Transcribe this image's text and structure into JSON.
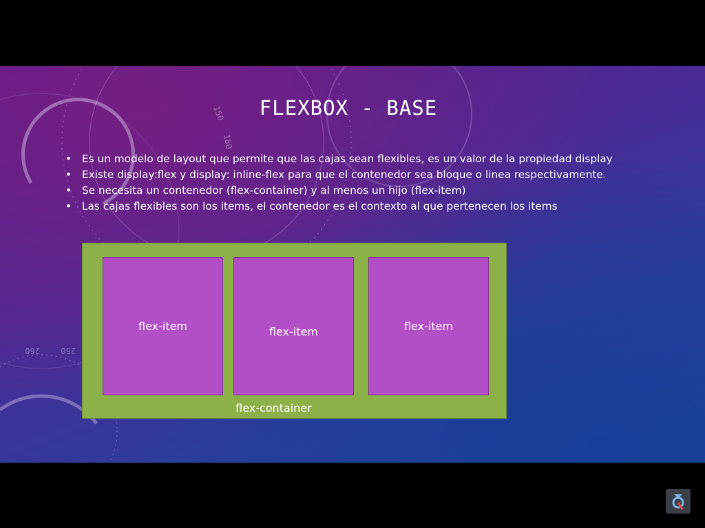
{
  "slide": {
    "title": "FLEXBOX - BASE",
    "bullets": [
      "Es un modelo de layout que permite que las cajas sean flexibles, es un valor de la propiedad display",
      "Existe display:flex y display: inline-flex para que el contenedor sea bloque o linea respectivamente.",
      "Se necesita un contenedor (flex-container) y al menos un hijo (flex-item)",
      "Las cajas flexibles son los items, el contenedor es el contexto al que pertenecen los items"
    ],
    "bullet_glyph": "•",
    "diagram": {
      "items": [
        "flex-item",
        "flex-item",
        "flex-item"
      ],
      "container_label": "flex-container",
      "colors": {
        "container": "#8db149",
        "item": "#b24fc6",
        "label_text": "#ffffff"
      }
    },
    "dial_numbers": [
      "150",
      "160",
      "250",
      "260"
    ]
  },
  "overlay": {
    "logo_icon": "channel-logo-icon"
  }
}
